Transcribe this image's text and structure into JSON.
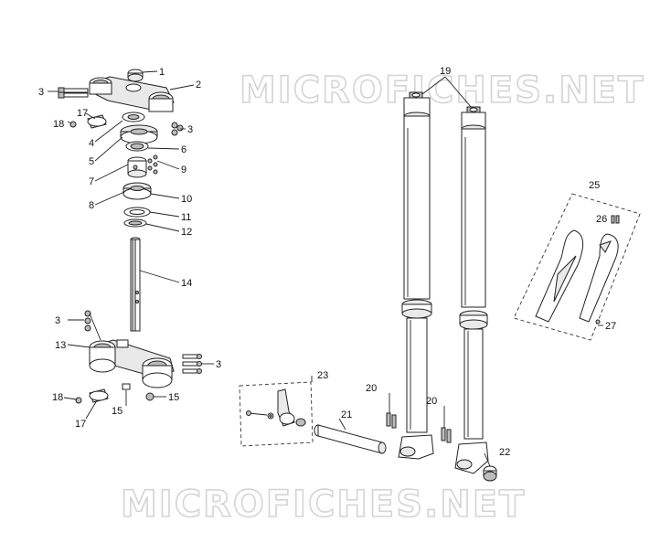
{
  "watermark": {
    "top": "MICROFICHES.NET",
    "bottom": "MICROFICHES.NET"
  },
  "callouts": {
    "c1": "1",
    "c2": "2",
    "c3a": "3",
    "c3b": "3",
    "c3c": "3",
    "c3d": "3",
    "c4": "4",
    "c5": "5",
    "c6": "6",
    "c7": "7",
    "c8": "8",
    "c9": "9",
    "c10": "10",
    "c11": "11",
    "c12": "12",
    "c13": "13",
    "c14": "14",
    "c15a": "15",
    "c15b": "15",
    "c17a": "17",
    "c17b": "17",
    "c18a": "18",
    "c18b": "18",
    "c19": "19",
    "c20a": "20",
    "c20b": "20",
    "c21": "21",
    "c22": "22",
    "c23": "23",
    "c25": "25",
    "c26": "26",
    "c27": "27"
  }
}
